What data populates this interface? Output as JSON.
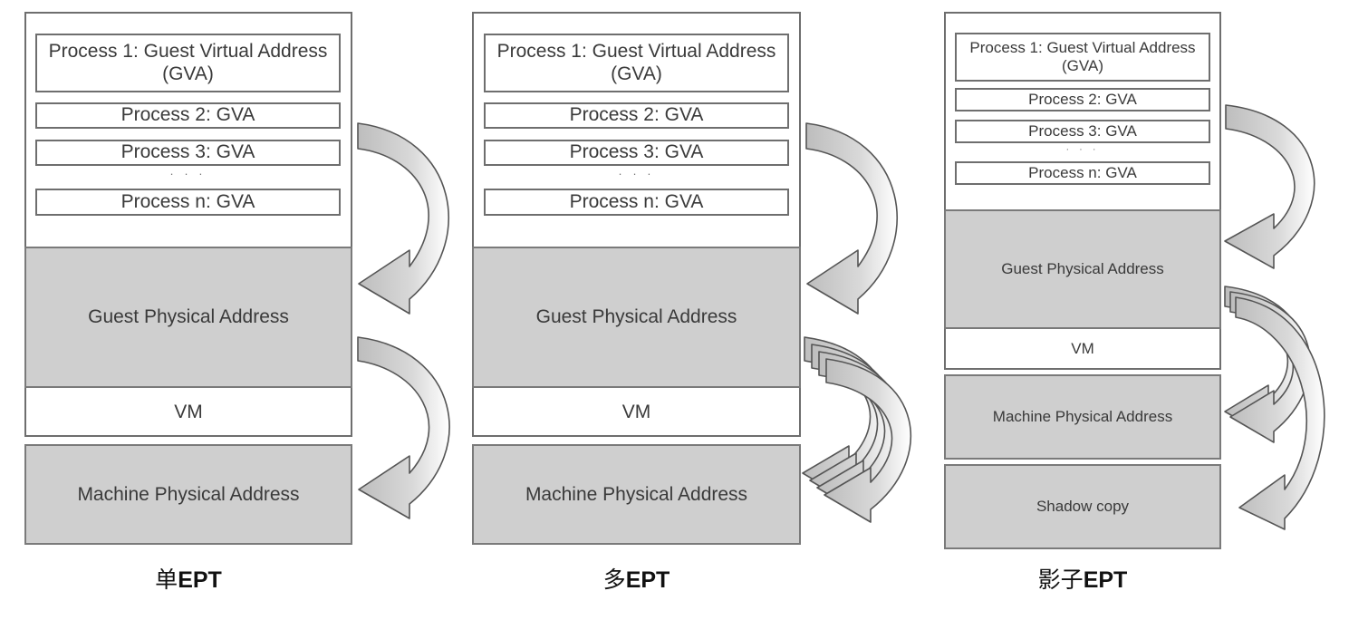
{
  "panels": [
    {
      "caption_cn": "单",
      "caption_en": "EPT",
      "process1": "Process 1: Guest Virtual Address (GVA)",
      "process2": "Process 2: GVA",
      "process3": "Process 3: GVA",
      "dots": "· · ·",
      "processn": "Process n: GVA",
      "gpa": "Guest Physical Address",
      "vm": "VM",
      "mpa": "Machine Physical Address"
    },
    {
      "caption_cn": "多",
      "caption_en": "EPT",
      "process1": "Process 1: Guest Virtual Address (GVA)",
      "process2": "Process 2: GVA",
      "process3": "Process 3: GVA",
      "dots": "· · ·",
      "processn": "Process n: GVA",
      "gpa": "Guest Physical Address",
      "vm": "VM",
      "mpa": "Machine Physical Address"
    },
    {
      "caption_cn": "影子",
      "caption_en": "EPT",
      "process1": "Process 1: Guest Virtual Address (GVA)",
      "process2": "Process 2: GVA",
      "process3": "Process 3: GVA",
      "dots": "· · ·",
      "processn": "Process n: GVA",
      "gpa": "Guest Physical Address",
      "vm": "VM",
      "mpa": "Machine Physical Address",
      "shadow": "Shadow copy"
    }
  ],
  "colors": {
    "shade": "#cfcfcf",
    "border": "#6e6e6e",
    "arrow_fill": "#c8c8c8"
  }
}
